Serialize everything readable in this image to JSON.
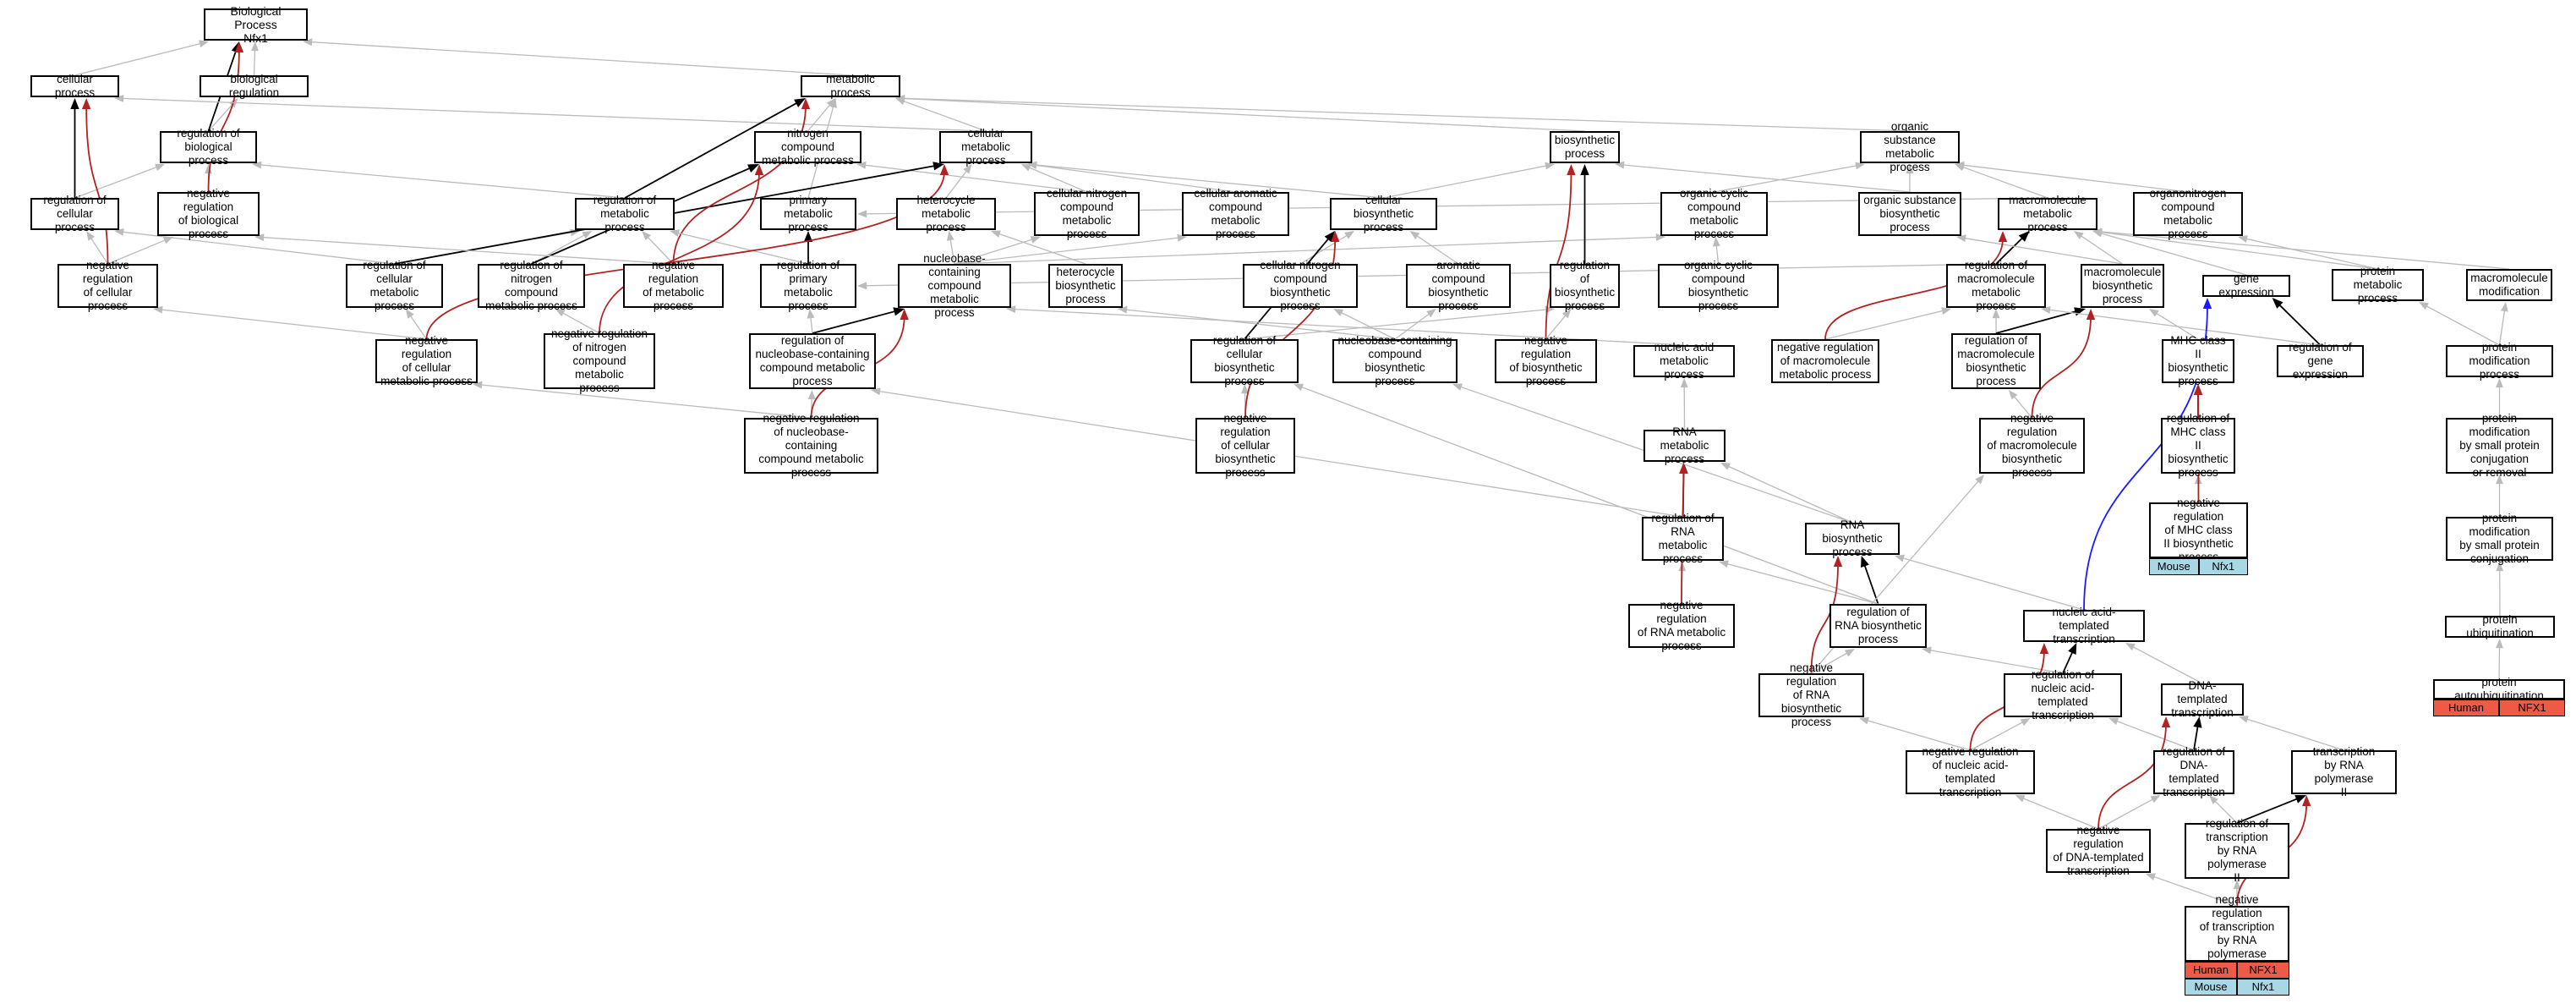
{
  "colors": {
    "gray": "#bbbbbb",
    "black": "#000000",
    "red": "#b22222",
    "blue": "#1a1aff",
    "human": "#ee5a45",
    "mouse": "#a8d8e6"
  },
  "nodes": {
    "bp": "Biological Process\nNfx1",
    "cellular_process": "cellular process",
    "biological_regulation": "biological regulation",
    "metabolic_process": "metabolic process",
    "reg_biological_process": "regulation of\nbiological process",
    "nitrogen_compound_mp": "nitrogen compound\nmetabolic process",
    "cellular_mp": "cellular metabolic\nprocess",
    "biosynthetic_process": "biosynthetic\nprocess",
    "organic_substance_mp": "organic substance\nmetabolic process",
    "reg_cellular_process": "regulation of\ncellular process",
    "neg_reg_biological_process": "negative regulation\nof biological\nprocess",
    "reg_metabolic_process": "regulation of\nmetabolic process",
    "primary_mp": "primary metabolic\nprocess",
    "heterocycle_mp": "heterocycle\nmetabolic process",
    "cellular_nitrogen_compound_mp": "cellular nitrogen\ncompound metabolic\nprocess",
    "cellular_aromatic_compound_mp": "cellular aromatic\ncompound metabolic\nprocess",
    "cellular_biosynthetic_process": "cellular biosynthetic\nprocess",
    "organic_cyclic_compound_mp": "organic cyclic\ncompound metabolic\nprocess",
    "organic_substance_biosynthetic": "organic substance\nbiosynthetic\nprocess",
    "macromolecule_mp": "macromolecule\nmetabolic process",
    "organonitrogen_compound_mp": "organonitrogen\ncompound metabolic\nprocess",
    "neg_reg_cellular_process": "negative regulation\nof cellular\nprocess",
    "reg_cellular_mp": "regulation of\ncellular metabolic\nprocess",
    "reg_nitrogen_compound_mp": "regulation of\nnitrogen compound\nmetabolic process",
    "neg_reg_metabolic_process": "negative regulation\nof metabolic\nprocess",
    "reg_primary_mp": "regulation of\nprimary metabolic\nprocess",
    "nucleobase_containing_mp": "nucleobase-containing\ncompound metabolic\nprocess",
    "heterocycle_biosynthetic": "heterocycle\nbiosynthetic\nprocess",
    "cellular_nitrogen_biosynthetic": "cellular nitrogen\ncompound biosynthetic\nprocess",
    "aromatic_compound_biosynthetic": "aromatic compound\nbiosynthetic\nprocess",
    "reg_biosynthetic_process": "regulation of\nbiosynthetic\nprocess",
    "organic_cyclic_biosynthetic": "organic cyclic\ncompound biosynthetic\nprocess",
    "reg_macromolecule_mp": "regulation of\nmacromolecule\nmetabolic process",
    "macromolecule_biosynthetic": "macromolecule\nbiosynthetic\nprocess",
    "gene_expression": "gene expression",
    "protein_metabolic_process": "protein metabolic\nprocess",
    "macromolecule_modification": "macromolecule\nmodification",
    "neg_reg_cellular_mp": "negative regulation\nof cellular\nmetabolic process",
    "neg_reg_nitrogen_compound_mp": "negative regulation\nof nitrogen\ncompound metabolic\nprocess",
    "reg_nucleobase_containing_mp": "regulation of\nnucleobase-containing\ncompound metabolic\nprocess",
    "reg_cellular_biosynthetic": "regulation of\ncellular biosynthetic\nprocess",
    "nucleobase_containing_biosynthetic": "nucleobase-containing\ncompound biosynthetic\nprocess",
    "neg_reg_biosynthetic": "negative regulation\nof biosynthetic\nprocess",
    "nucleic_acid_mp": "nucleic acid\nmetabolic process",
    "neg_reg_macromolecule_mp": "negative regulation\nof macromolecule\nmetabolic process",
    "reg_macromolecule_biosynthetic": "regulation of\nmacromolecule\nbiosynthetic\nprocess",
    "mhc_class_ii_biosynthetic": "MHC class II\nbiosynthetic\nprocess",
    "reg_gene_expression": "regulation of\ngene expression",
    "protein_modification_process": "protein modification\nprocess",
    "neg_reg_nucleobase_containing_mp": "negative regulation\nof nucleobase-containing\ncompound metabolic\nprocess",
    "neg_reg_cellular_biosynthetic": "negative regulation\nof cellular\nbiosynthetic\nprocess",
    "rna_metabolic_process": "RNA metabolic\nprocess",
    "neg_reg_macromolecule_biosynthetic": "negative regulation\nof macromolecule\nbiosynthetic\nprocess",
    "reg_mhc_class_ii_biosynthetic": "regulation of\nMHC class II\nbiosynthetic\nprocess",
    "protein_mod_small_protein": "protein modification\nby small protein\nconjugation\nor removal",
    "reg_rna_mp": "regulation of\nRNA metabolic\nprocess",
    "rna_biosynthetic_process": "RNA biosynthetic\nprocess",
    "neg_reg_mhc_class_ii_biosynthetic": "negative regulation\nof MHC class\nII biosynthetic\nprocess",
    "protein_mod_small_protein_conj": "protein modification\nby small protein\nconjugation",
    "neg_reg_rna_mp": "negative regulation\nof RNA metabolic\nprocess",
    "reg_rna_biosynthetic": "regulation of\nRNA biosynthetic\nprocess",
    "nucleic_acid_templated_transcription": "nucleic acid-templated\ntranscription",
    "protein_ubiquitination": "protein ubiquitination",
    "neg_reg_rna_biosynthetic": "negative regulation\nof RNA biosynthetic\nprocess",
    "reg_nucleic_acid_templated_transcription": "regulation of\nnucleic acid-templated\ntranscription",
    "dna_templated_transcription": "DNA-templated\ntranscription",
    "protein_autoubiquitination": "protein autoubiquitination",
    "neg_reg_nucleic_acid_templated_transcription": "negative regulation\nof nucleic acid-templated\ntranscription",
    "reg_dna_templated_transcription": "regulation of\nDNA-templated\ntranscription",
    "transcription_rna_pol_ii": "transcription\nby RNA polymerase\nII",
    "neg_reg_dna_templated_transcription": "negative regulation\nof DNA-templated\ntranscription",
    "reg_transcription_rna_pol_ii": "regulation of\ntranscription\nby RNA polymerase\nII",
    "neg_reg_transcription_rna_pol_ii": "negative regulation\nof transcription\nby RNA polymerase\nII"
  },
  "tags": {
    "mhc_mouse": {
      "species": "Mouse",
      "gene": "Nfx1"
    },
    "autoubiq_human": {
      "species": "Human",
      "gene": "NFX1"
    },
    "polii_human": {
      "species": "Human",
      "gene": "NFX1"
    },
    "polii_mouse": {
      "species": "Mouse",
      "gene": "Nfx1"
    }
  }
}
